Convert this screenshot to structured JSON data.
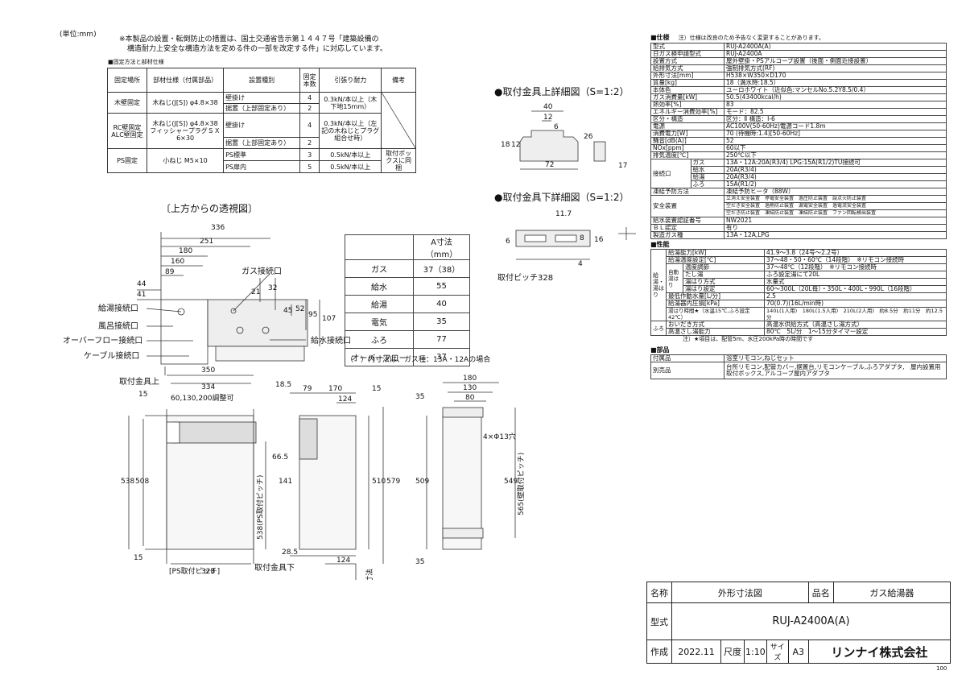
{
  "header": {
    "unit": "(単位:mm)",
    "note1": "※本製品の設置・転倒防止の措置は、国土交通省告示第１４４７号「建築設備の",
    "note2": "構造耐力上安全な構造方法を定める件の一部を改定する件」に対応しています。",
    "fixing_title": "■固定方法と部材仕様"
  },
  "fixing_table": {
    "headers": [
      "固定場所",
      "部材仕様（付属部品）",
      "設置種別",
      "固定本数",
      "引張り耐力",
      "備考"
    ],
    "rows": [
      {
        "place": "木壁固定",
        "member": "木ねじ(J[S]) φ4.8×38",
        "type1": "壁掛け",
        "type2": "据置（上部固定あり）",
        "n1": "4",
        "n2": "2",
        "force": "0.3kN/本以上（木下地15mm）",
        "note": ""
      },
      {
        "place": "RC壁固定 ALC壁固定",
        "member": "木ねじ(J[S]) φ4.8×38 フィッシャープラグＳＸ 6×30",
        "type1": "壁掛け",
        "type2": "据置（上部固定あり）",
        "n1": "4",
        "n2": "2",
        "force": "0.3kN/本以上（左記の木ねじとプラグ組合せ時）",
        "note": ""
      },
      {
        "place": "PS固定",
        "member": "小ねじ M5×10",
        "type1": "PS標準",
        "type2": "PS扉内",
        "n1": "3",
        "n2": "5",
        "force1": "0.5kN/本以上",
        "force2": "0.5kN/本以上",
        "note": "取付ボックスに同梱"
      }
    ]
  },
  "top_view": {
    "title": "〔上方からの透視図〕",
    "dims": [
      "336",
      "251",
      "180",
      "160",
      "89",
      "44",
      "41",
      "21",
      "32",
      "45",
      "52",
      "95",
      "107"
    ],
    "labels": [
      "ガス接続口",
      "給湯接続口",
      "風呂接続口",
      "オーバーフロー接続口",
      "ケーブル接続口",
      "給水接続口"
    ]
  },
  "a_table": {
    "header": "A寸法（mm）",
    "rows": [
      [
        "ガス",
        "37（38）"
      ],
      [
        "給水",
        "55"
      ],
      [
        "給湯",
        "40"
      ],
      [
        "電気",
        "35"
      ],
      [
        "ふろ",
        "77"
      ],
      [
        "オーバーフロー",
        "37"
      ]
    ],
    "note": "（　）内寸法は、ガス種：13A・12Aの場合"
  },
  "bracket_upper": {
    "title": "●取付金具上詳細図（S=1:2）",
    "dims": [
      "40",
      "12",
      "6",
      "18",
      "12",
      "72",
      "26",
      "17"
    ]
  },
  "bracket_lower": {
    "title": "●取付金具下詳細図（S=1:2）",
    "dims": [
      "11.7",
      "6",
      "8",
      "16",
      "4"
    ],
    "pitch": "取付ピッチ328"
  },
  "front": {
    "dims": [
      "350",
      "334",
      "18.5",
      "15",
      "538",
      "508",
      "15",
      "328",
      "141",
      "66.5",
      "60,130,200調整可"
    ],
    "bracket_upper": "取付金具上",
    "ps_pitch": "[PS取付ピッチ]",
    "ps_vertical": "538(PS取付ピッチ)",
    "bracket_lower": "取付金具下"
  },
  "side": {
    "dims": [
      "79",
      "170",
      "15",
      "124",
      "510",
      "579",
      "28.5",
      "124"
    ],
    "a_label": "A寸法"
  },
  "rear": {
    "dims": [
      "35",
      "180",
      "130",
      "80",
      "509",
      "549",
      "35"
    ],
    "holes": "4×Φ13穴",
    "wall_pitch": "565(壁取付ピッチ)"
  },
  "spec": {
    "title": "■仕様",
    "note": "注）仕様は改良のため予告なく変更することがあります。",
    "rows": [
      [
        "型式",
        "RUJ-A2400A(A)"
      ],
      [
        "日ガス検申請型式",
        "RUJ-A2400A"
      ],
      [
        "設置方式",
        "屋外壁掛・PSアルコーブ設置（後面・側面近接設置）"
      ],
      [
        "給排気方式",
        "強制排気方式(RF)"
      ],
      [
        "外形寸法[mm]",
        "H538×W350×D170"
      ],
      [
        "質量[kg]",
        "18（満水時:18.5）"
      ],
      [
        "本体色",
        "ユーロホワイト（近似色:マンセルNo.5.2Y8.5/0.4）"
      ],
      [
        "ガス消費量[kW]",
        "50.5(43400kcal/h)"
      ],
      [
        "熱効率[%]",
        "83"
      ],
      [
        "エネルギー消費効率[%]",
        "モード：82.5"
      ],
      [
        "区分・構造",
        "区分：Ⅱ 構造：Ⅰ-6"
      ],
      [
        "電源",
        "AC100V(50-60Hz)電源コード1.8m"
      ],
      [
        "消費電力[W]",
        "70 (待機時:1.4)[50-60Hz]"
      ],
      [
        "騒音[dB(A)]",
        "52"
      ],
      [
        "NOx[ppm]",
        "60以下"
      ],
      [
        "排気温度[℃]",
        "250℃以下"
      ]
    ],
    "conn_label": "接続口",
    "conn": [
      [
        "ガス",
        "13A・12A:20A(R3/4) LPG:15A(R1/2)TU接続可"
      ],
      [
        "給水",
        "20A(R3/4)"
      ],
      [
        "給湯",
        "20A(R3/4)"
      ],
      [
        "ふろ",
        "15A(R1/2)"
      ]
    ],
    "rows2": [
      [
        "凍結予防方法",
        "凍結予防ヒータ（88W）"
      ]
    ],
    "safety_label": "安全装置",
    "safety": [
      "立消え安全装置　停電安全装置　過圧防止装置　誤点火防止装置",
      "空だき安全装置　過熱防止装置　漏電安全装置　過電流安全装置",
      "空だき防止装置　凍結防止装置　凍結防止装置　ファン回転検出装置"
    ],
    "rows3": [
      [
        "給水装置認証番号",
        "NW2021"
      ],
      [
        "ＢＬ認定",
        "有り"
      ],
      [
        "製造ガス種",
        "13A・12A,LPG"
      ]
    ]
  },
  "perf": {
    "title": "■性能",
    "side_label": "給湯・湯はり",
    "rows": [
      [
        "給湯能力[kW]",
        "41.9〜3.8（24号〜2.2号）"
      ],
      [
        "給湯温度設定[℃]",
        "37〜48・50・60℃（14段階）　※リモコン接続時"
      ],
      [
        "温度調節",
        "37〜48℃（12段階）　※リモコン接続時"
      ],
      [
        "たし湯",
        "ふろ設定湯にて20L"
      ],
      [
        "湯はり方式",
        "水量式"
      ],
      [
        "湯はり設定",
        "60〜300L（20L毎）・350L・400L・990L（16段階）"
      ],
      [
        "最低作動水量[L/分]",
        "2.5"
      ],
      [
        "給湯器内圧損[kPa]",
        "70(0.7)(16L/min時)"
      ],
      [
        "湯はり時間★（水温15℃,ふろ設定42℃）",
        "140L(1人用)　180L(1.5人用)　210L(2人用)　約8.5分　約11分　約12.5分"
      ],
      [
        "おいだき方式",
        "高温水供給方式（高温さし湯方式）"
      ],
      [
        "高温さし湯能力",
        "80℃　5L/分　1〜15分タイマー設定"
      ]
    ],
    "auto_label": "自動湯はり",
    "furo_label": "ふろ",
    "footnote": "注）★項目は、配管5m、水圧200kPa時の時間です"
  },
  "parts": {
    "title": "■部品",
    "rows": [
      [
        "付属品",
        "浴室リモコン,ねじセット"
      ],
      [
        "別売品",
        "台所リモコン,配管カバー,据置台,リモコンケーブル,ふろアダプタ,　屋内設置用取付ボックス,アルコーブ屋内アダプタ"
      ]
    ]
  },
  "title_block": {
    "name_label": "名称",
    "name": "外形寸法図",
    "product_label": "品名",
    "product": "ガス給湯器",
    "model_label": "型式",
    "model": "RUJ-A2400A(A)",
    "made_label": "作成",
    "date": "2022.11",
    "scale_label": "尺度",
    "scale": "1:10",
    "size_label": "サイズ",
    "size": "A3",
    "company": "リンナイ株式会社",
    "page": "100"
  }
}
